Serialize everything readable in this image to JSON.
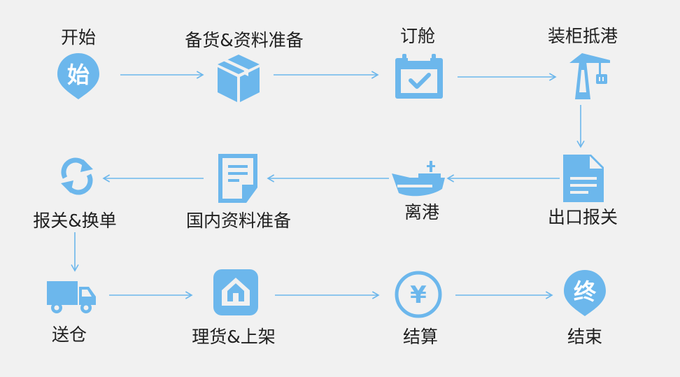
{
  "colors": {
    "accent": "#6cb7ec",
    "text": "#1f1f1f",
    "background": "#f1f1f1"
  },
  "steps": [
    {
      "id": "start",
      "label": "开始",
      "icon": "start-pin-icon",
      "glyph": "始"
    },
    {
      "id": "stock",
      "label": "备货&资料准备",
      "icon": "box-icon"
    },
    {
      "id": "booking",
      "label": "订舱",
      "icon": "calendar-check-icon"
    },
    {
      "id": "loading",
      "label": "装柜抵港",
      "icon": "port-crane-icon"
    },
    {
      "id": "export",
      "label": "出口报关",
      "icon": "document-icon"
    },
    {
      "id": "depart",
      "label": "离港",
      "icon": "ship-icon"
    },
    {
      "id": "domestic",
      "label": "国内资料准备",
      "icon": "document-curl-icon"
    },
    {
      "id": "customs",
      "label": "报关&换单",
      "icon": "refresh-icon"
    },
    {
      "id": "delivery",
      "label": "送仓",
      "icon": "truck-icon"
    },
    {
      "id": "shelving",
      "label": "理货&上架",
      "icon": "house-icon"
    },
    {
      "id": "settle",
      "label": "结算",
      "icon": "yen-coin-icon",
      "glyph": "¥"
    },
    {
      "id": "end",
      "label": "结束",
      "icon": "end-pin-icon",
      "glyph": "终"
    }
  ]
}
